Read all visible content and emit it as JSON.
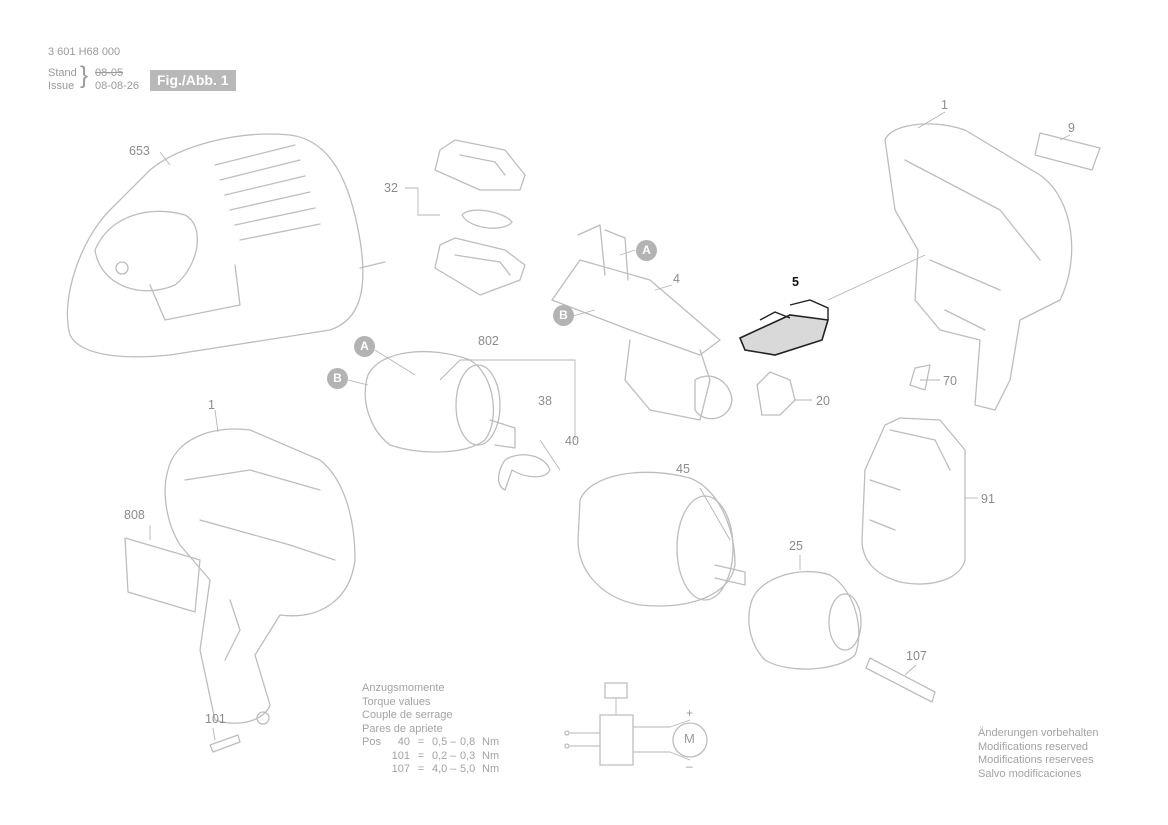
{
  "header": {
    "part_number": "3 601 H68 000",
    "stand_label": "Stand",
    "issue_label": "Issue",
    "old_date": "08-05",
    "issue_date": "08-08-26",
    "figure_label": "Fig./Abb. 1"
  },
  "callouts": {
    "c653": "653",
    "c32": "32",
    "c1_top": "1",
    "c9": "9",
    "c4": "4",
    "c5": "5",
    "c70": "70",
    "c20": "20",
    "c802": "802",
    "c38": "38",
    "c40": "40",
    "c45": "45",
    "c91": "91",
    "c1_left": "1",
    "c808": "808",
    "c25": "25",
    "c107": "107",
    "c101": "101"
  },
  "markers": {
    "a": "A",
    "b": "B"
  },
  "torque": {
    "headings": [
      "Anzugsmomente",
      "Torque values",
      "Couple de serrage",
      "Pares de apriete"
    ],
    "pos_label": "Pos",
    "rows": [
      {
        "pos": "40",
        "eq": "=",
        "min": "0,5",
        "dash": "–",
        "max": "0,8",
        "unit": "Nm"
      },
      {
        "pos": "101",
        "eq": "=",
        "min": "0,2",
        "dash": "–",
        "max": "0,3",
        "unit": "Nm"
      },
      {
        "pos": "107",
        "eq": "=",
        "min": "4,0",
        "dash": "–",
        "max": "5,0",
        "unit": "Nm"
      }
    ]
  },
  "circuit": {
    "plus": "+",
    "minus": "–",
    "motor": "M"
  },
  "modifications": [
    "Änderungen vorbehalten",
    "Modifications reserved",
    "Modifications reservees",
    "Salvo modificaciones"
  ]
}
